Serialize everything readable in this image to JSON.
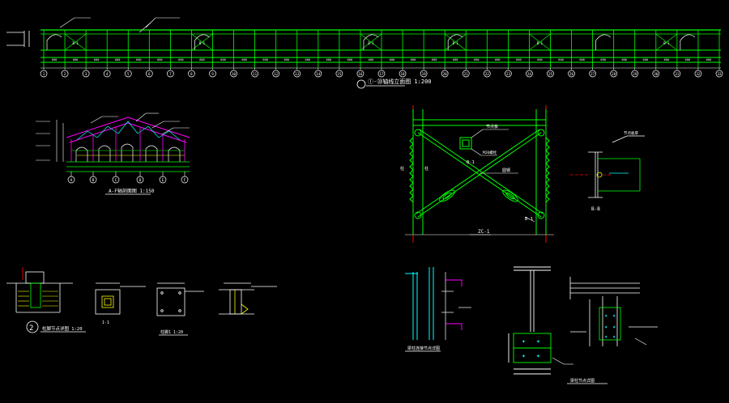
{
  "colors": {
    "background": "#000000",
    "green": "#00ff00",
    "white": "#ffffff",
    "cyan": "#00ffff",
    "magenta": "#ff00ff",
    "yellow": "#ffff00",
    "red": "#ff0000"
  },
  "elevation": {
    "title": "①-㉝轴线立面图 1:200",
    "dim_labels": [
      "600",
      "600",
      "600",
      "600",
      "600",
      "600",
      "600",
      "600",
      "600",
      "600",
      "600",
      "600",
      "600",
      "600",
      "600",
      "600",
      "600",
      "600",
      "600",
      "600",
      "600",
      "600",
      "600",
      "600",
      "600",
      "600",
      "600",
      "600",
      "600",
      "600",
      "600",
      "600"
    ],
    "axis_labels": [
      "1",
      "2",
      "3",
      "4",
      "5",
      "6",
      "7",
      "8",
      "9",
      "10",
      "11",
      "12",
      "13",
      "14",
      "15",
      "16",
      "17",
      "18",
      "19",
      "20",
      "21",
      "22",
      "23",
      "24",
      "25",
      "26",
      "27",
      "28",
      "29",
      "30",
      "31",
      "32",
      "33"
    ],
    "bay_marks": [
      "B-1",
      "B-1",
      "B-1",
      "B-1",
      "B-1",
      "B-1"
    ]
  },
  "section": {
    "title": "A-F轴剖面图 1:150",
    "axis_labels": [
      "A",
      "B",
      "C",
      "D",
      "E",
      "F"
    ]
  },
  "bracing": {
    "title": "ZC-1",
    "label_b1": "B-1",
    "label_b1b": "B-1",
    "left_note": "柱",
    "right_note": "柱",
    "rod_note": "圆钢",
    "plate_note": "节点板",
    "bolt_note": "M20螺栓"
  },
  "bb_detail": {
    "title": "B-B",
    "note": "节点板厚"
  },
  "foundation": {
    "detail_no": "2",
    "title": "柱脚节点详图 1:20",
    "sub1": "1-1",
    "sub2": "柱脚1 1:20"
  },
  "connection1": {
    "title": "梁柱连接节点详图"
  },
  "connection2": {
    "title": "梁柱节点详图"
  }
}
